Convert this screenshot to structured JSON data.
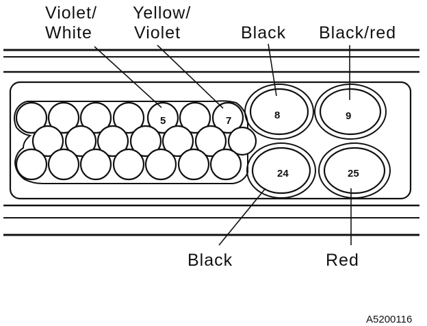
{
  "diagram": {
    "labels": {
      "violet_white_line1": "Violet/",
      "violet_white_line2": "White",
      "yellow_violet_line1": "Yellow/",
      "yellow_violet_line2": "Violet",
      "black_top": "Black",
      "black_red": "Black/red",
      "black_bottom": "Black",
      "red": "Red"
    },
    "pins": {
      "p5": "5",
      "p7": "7",
      "p8": "8",
      "p9": "9",
      "p24": "24",
      "p25": "25"
    },
    "reference": "A5200116"
  }
}
